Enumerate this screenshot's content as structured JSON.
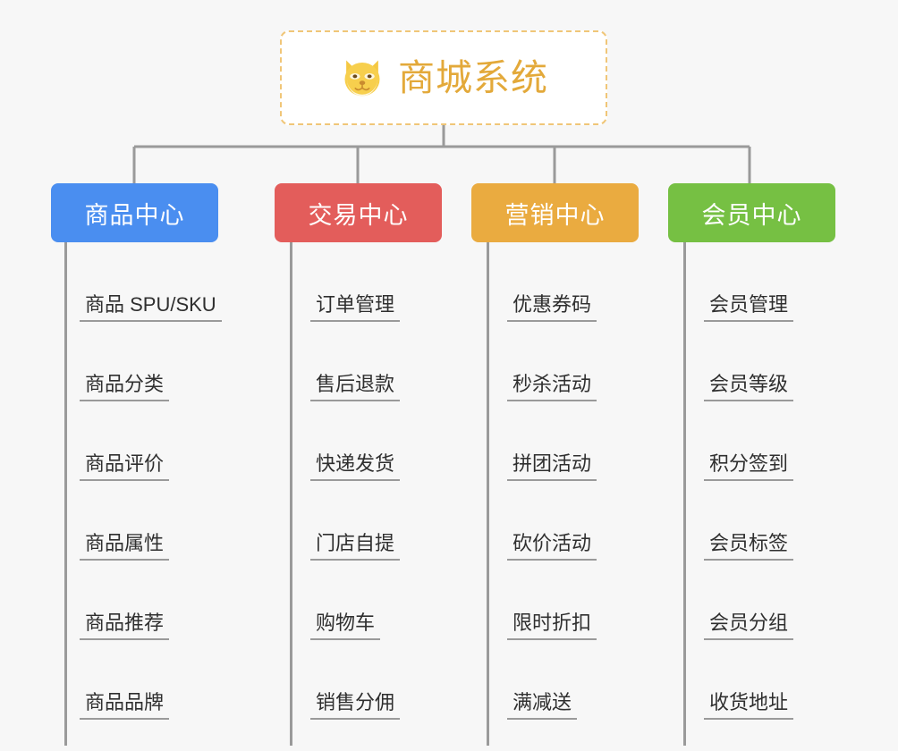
{
  "page": {
    "background_color": "#f7f7f7",
    "line_color": "#9a9a9a"
  },
  "root": {
    "title": "商城系统",
    "icon": "shiba-dog-face-icon",
    "border_color": "#f0c678",
    "text_color": "#e3a93a",
    "background_color": "#ffffff"
  },
  "columns": [
    {
      "id": "product-center",
      "label": "商品中心",
      "color": "#4a8ef0",
      "items": [
        "商品 SPU/SKU",
        "商品分类",
        "商品评价",
        "商品属性",
        "商品推荐",
        "商品品牌"
      ]
    },
    {
      "id": "trade-center",
      "label": "交易中心",
      "color": "#e35d5b",
      "items": [
        "订单管理",
        "售后退款",
        "快递发货",
        "门店自提",
        "购物车",
        "销售分佣"
      ]
    },
    {
      "id": "marketing-center",
      "label": "营销中心",
      "color": "#eaab40",
      "items": [
        "优惠券码",
        "秒杀活动",
        "拼团活动",
        "砍价活动",
        "限时折扣",
        "满减送"
      ]
    },
    {
      "id": "member-center",
      "label": "会员中心",
      "color": "#76c043",
      "items": [
        "会员管理",
        "会员等级",
        "积分签到",
        "会员标签",
        "会员分组",
        "收货地址"
      ]
    }
  ]
}
